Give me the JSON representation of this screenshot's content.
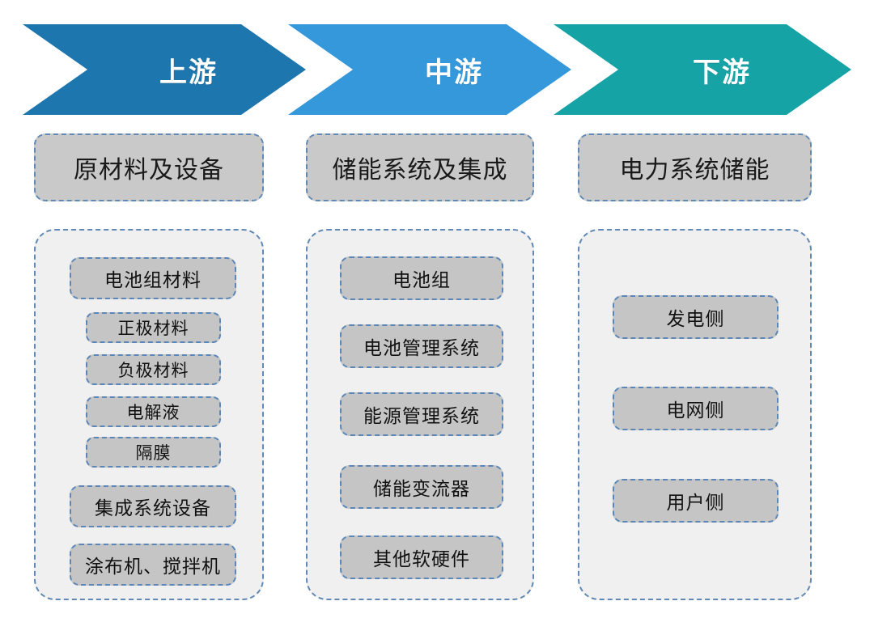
{
  "chevrons": [
    {
      "label": "上游",
      "color": "#1E76AE"
    },
    {
      "label": "中游",
      "color": "#3498DB"
    },
    {
      "label": "下游",
      "color": "#16A3A6"
    }
  ],
  "columns": [
    {
      "header": "原材料及设备",
      "items": [
        {
          "label": "电池组材料",
          "level": "main"
        },
        {
          "label": "正极材料",
          "level": "sub"
        },
        {
          "label": "负极材料",
          "level": "sub"
        },
        {
          "label": "电解液",
          "level": "sub"
        },
        {
          "label": "隔膜",
          "level": "sub"
        },
        {
          "label": "集成系统设备",
          "level": "main"
        },
        {
          "label": "涂布机、搅拌机",
          "level": "main"
        }
      ]
    },
    {
      "header": "储能系统及集成",
      "items": [
        {
          "label": "电池组",
          "level": "main"
        },
        {
          "label": "电池管理系统",
          "level": "main"
        },
        {
          "label": "能源管理系统",
          "level": "main"
        },
        {
          "label": "储能变流器",
          "level": "main"
        },
        {
          "label": "其他软硬件",
          "level": "main"
        }
      ]
    },
    {
      "header": "电力系统储能",
      "items": [
        {
          "label": "发电侧",
          "level": "main"
        },
        {
          "label": "电网侧",
          "level": "main"
        },
        {
          "label": "用户侧",
          "level": "main"
        }
      ]
    }
  ],
  "colors": {
    "upstream": "#1E76AE",
    "midstream": "#3498DB",
    "downstream": "#16A3A6",
    "header_box_fill": "#C9C9C9",
    "item_box_fill": "#C5C5C5",
    "panel_fill": "#F0F0F0",
    "dashed_border": "#5A87B8"
  }
}
